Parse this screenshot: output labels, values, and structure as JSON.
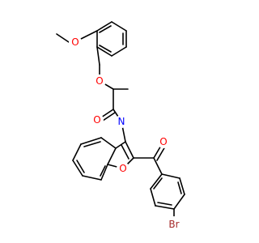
{
  "diagram": {
    "type": "chemical-structure",
    "atoms": [
      {
        "id": "o-methoxy",
        "label": "O",
        "color": "#ff0000"
      },
      {
        "id": "o-ether",
        "label": "O",
        "color": "#ff0000"
      },
      {
        "id": "o-amide",
        "label": "O",
        "color": "#ff0000"
      },
      {
        "id": "n-amide",
        "label": "N",
        "color": "#0000ff"
      },
      {
        "id": "o-ketone",
        "label": "O",
        "color": "#ff0000"
      },
      {
        "id": "o-furan",
        "label": "O",
        "color": "#ff0000"
      },
      {
        "id": "br",
        "label": "Br",
        "color": "#a52a2a"
      }
    ],
    "bond_color": "#000000"
  }
}
